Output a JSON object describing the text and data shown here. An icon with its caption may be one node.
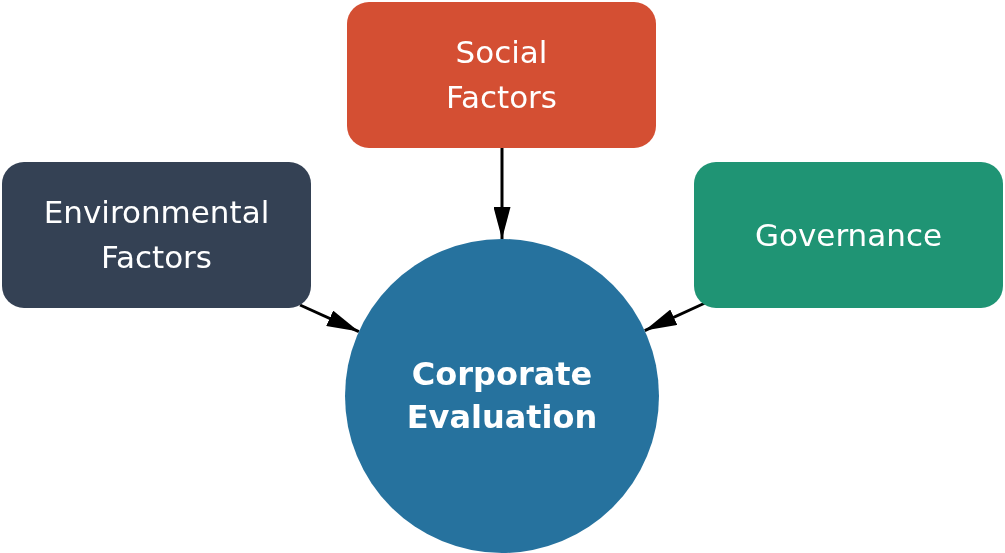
{
  "diagram": {
    "nodes": [
      {
        "text": [
          "Social Factors"
        ]
      },
      {
        "text": [
          "Environmental Factors"
        ]
      },
      {
        "text": [
          "Governance"
        ]
      },
      {
        "text": [
          "Corporate Evaluation"
        ]
      }
    ],
    "edges": [
      {
        "from": 0,
        "to": 3,
        "arrow": "to"
      },
      {
        "from": 1,
        "to": 3,
        "arrow": "to"
      },
      {
        "from": 2,
        "to": 3,
        "arrow": "to"
      }
    ]
  }
}
